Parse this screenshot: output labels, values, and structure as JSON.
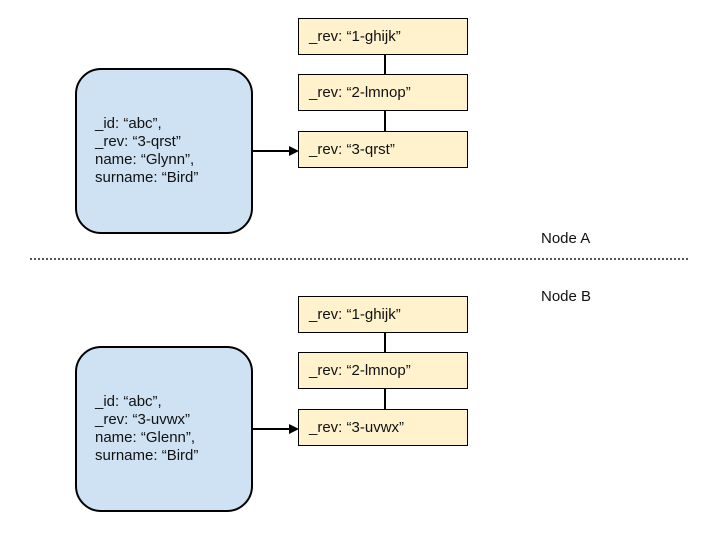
{
  "nodes": [
    {
      "label": "Node A",
      "document": {
        "lines": [
          "_id: “abc”,",
          "_rev: “3-qrst”",
          "name: “Glynn”,",
          "surname: “Bird”"
        ]
      },
      "revisions": [
        "_rev: “1-ghijk”",
        "_rev: “2-lmnop”",
        "_rev: “3-qrst”"
      ]
    },
    {
      "label": "Node B",
      "document": {
        "lines": [
          "_id: “abc”,",
          "_rev: “3-uvwx”",
          "name: “Glenn”,",
          "surname: “Bird”"
        ]
      },
      "revisions": [
        "_rev: “1-ghijk”",
        "_rev: “2-lmnop”",
        "_rev: “3-uvwx”"
      ]
    }
  ],
  "colors": {
    "document_fill": "#cfe2f3",
    "revision_fill": "#fff2cc",
    "stroke": "#000000"
  }
}
